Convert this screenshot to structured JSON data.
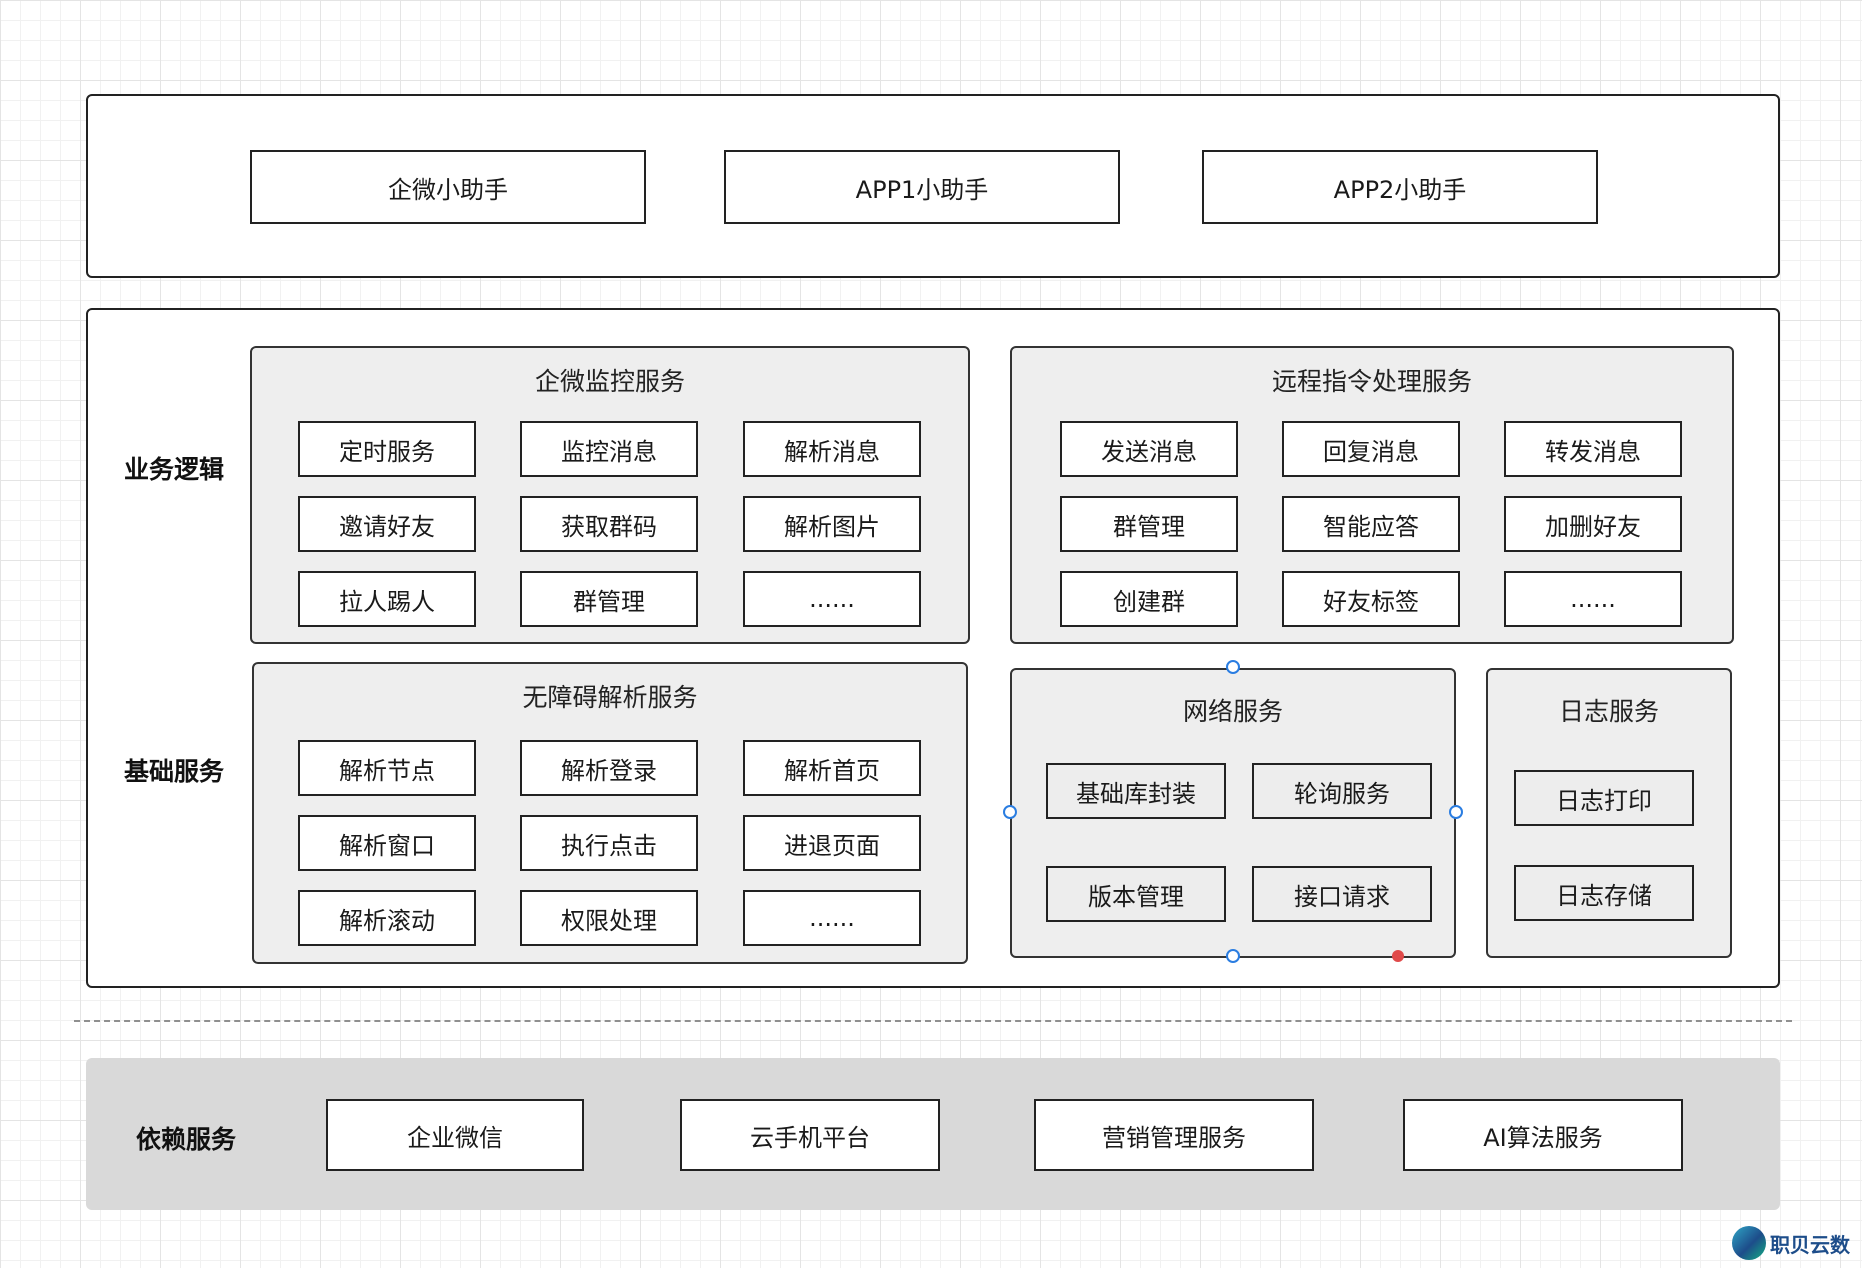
{
  "top_layer": {
    "items": [
      "企微小助手",
      "APP1小助手",
      "APP2小助手"
    ]
  },
  "layer_labels": {
    "business_logic": "业务逻辑",
    "basic_services": "基础服务",
    "dependency_services": "依赖服务"
  },
  "wecom_monitor": {
    "title": "企微监控服务",
    "items": [
      "定时服务",
      "监控消息",
      "解析消息",
      "邀请好友",
      "获取群码",
      "解析图片",
      "拉人踢人",
      "群管理",
      "......"
    ]
  },
  "remote_command": {
    "title": "远程指令处理服务",
    "items": [
      "发送消息",
      "回复消息",
      "转发消息",
      "群管理",
      "智能应答",
      "加删好友",
      "创建群",
      "好友标签",
      "......"
    ]
  },
  "accessibility": {
    "title": "无障碍解析服务",
    "items": [
      "解析节点",
      "解析登录",
      "解析首页",
      "解析窗口",
      "执行点击",
      "进退页面",
      "解析滚动",
      "权限处理",
      "......"
    ]
  },
  "network": {
    "title": "网络服务",
    "items": [
      "基础库封装",
      "轮询服务",
      "版本管理",
      "接口请求"
    ]
  },
  "log": {
    "title": "日志服务",
    "items": [
      "日志打印",
      "日志存储"
    ]
  },
  "dependencies": {
    "items": [
      "企业微信",
      "云手机平台",
      "营销管理服务",
      "AI算法服务"
    ]
  },
  "logo": {
    "text": "职贝云数"
  }
}
